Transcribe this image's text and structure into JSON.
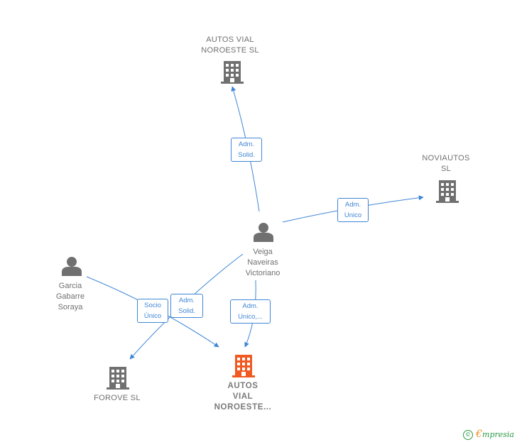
{
  "nodes": {
    "autos_vial_top": {
      "lines": [
        "AUTOS VIAL",
        "NOROESTE  SL"
      ]
    },
    "noviautos": {
      "lines": [
        "NOVIAUTOS",
        "SL"
      ]
    },
    "veiga": {
      "lines": [
        "Veiga",
        "Naveiras",
        "Victoriano"
      ]
    },
    "garcia": {
      "lines": [
        "Garcia",
        "Gabarre",
        "Soraya"
      ]
    },
    "forove": {
      "lines": [
        "FOROVE SL"
      ]
    },
    "autos_vial_main": {
      "lines": [
        "AUTOS",
        "VIAL",
        "NOROESTE..."
      ]
    }
  },
  "edges": {
    "veiga_autosvial_top": {
      "lines": [
        "Adm.",
        "Solid."
      ]
    },
    "veiga_noviautos": {
      "lines": [
        "Adm.",
        "Unico"
      ]
    },
    "veiga_forove": {
      "lines": [
        "Adm.",
        "Solid."
      ]
    },
    "veiga_main": {
      "lines": [
        "Adm.",
        "Unico,..."
      ]
    },
    "garcia_main": {
      "lines": [
        "Socio",
        "Único"
      ]
    }
  },
  "footer": {
    "copyright": "©",
    "brand_initial": "€",
    "brand": "mpresia"
  },
  "colors": {
    "edge": "#3f86d6",
    "building": "#707070",
    "main_building": "#f05a22",
    "person": "#707070"
  }
}
